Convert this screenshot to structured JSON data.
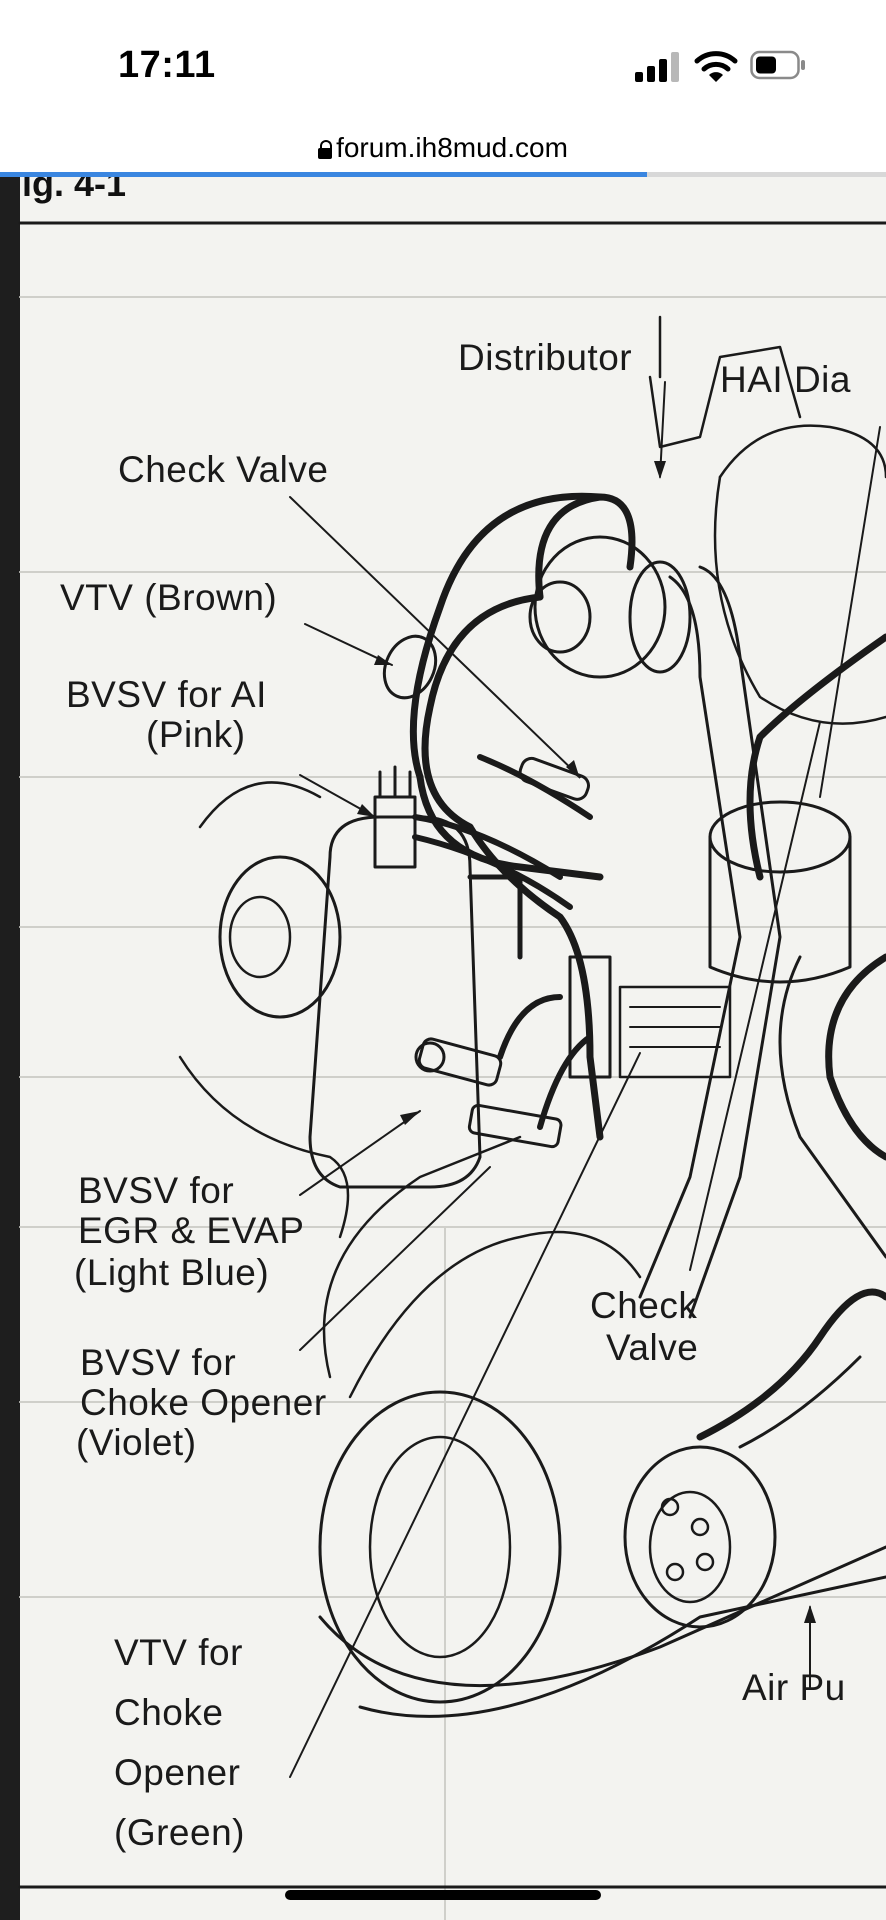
{
  "status_bar": {
    "time": "17:11",
    "icons": [
      "signal-icon",
      "wifi-icon",
      "battery-icon"
    ]
  },
  "browser": {
    "url": "forum.ih8mud.com",
    "lock_icon": "lock-icon",
    "load_progress_percent": 73
  },
  "diagram": {
    "figure_ref": "ig. 4-1",
    "labels": {
      "distributor": "Distributor",
      "hai_dia": "HAI Dia",
      "check_valve_top": "Check Valve",
      "vtv_brown": "VTV (Brown)",
      "bvsv_ai_line1": "BVSV for AI",
      "bvsv_ai_line2": "(Pink)",
      "bvsv_egr_line1": "BVSV for",
      "bvsv_egr_line2": "EGR & EVAP",
      "bvsv_egr_line3": "(Light Blue)",
      "bvsv_choke_line1": "BVSV for",
      "bvsv_choke_line2": "Choke Opener",
      "bvsv_choke_line3": "(Violet)",
      "check_valve_mid_line1": "Check",
      "check_valve_mid_line2": "Valve",
      "vtv_choke_line1": "VTV for",
      "vtv_choke_line2": "Choke",
      "vtv_choke_line3": "Opener",
      "vtv_choke_line4": "(Green)",
      "air_pump": "Air Pu"
    },
    "colors": {
      "page_background": "#f3f3f0",
      "line_art": "#1a1a1a",
      "progress_accent": "#3a86e0"
    }
  }
}
